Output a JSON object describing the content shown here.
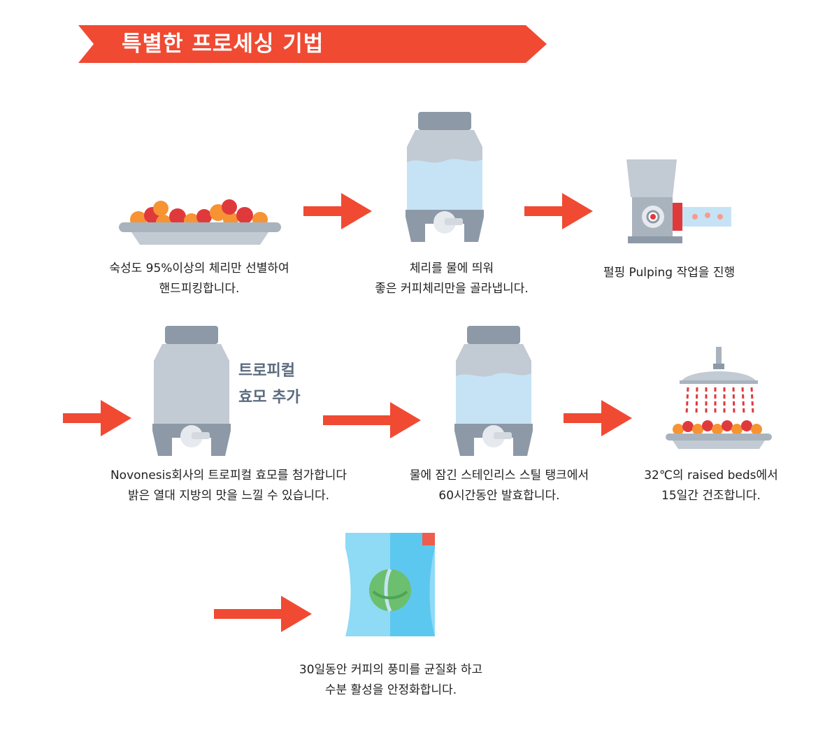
{
  "header": {
    "title": "특별한 프로세싱 기법"
  },
  "colors": {
    "accent": "#f04a33",
    "tank_gray": "#c2cad3",
    "tank_cap": "#8d99a7",
    "water": "#c6e3f5",
    "cherry_red": "#e0393c",
    "cherry_orange": "#f79332",
    "bag_blue": "#8fdaf5",
    "bag_leaf": "#6bbf6e"
  },
  "steps": [
    {
      "icon": "cherry-tray-icon",
      "lines": [
        "숙성도 95%이상의 체리만 선별하여",
        "핸드피킹합니다."
      ]
    },
    {
      "icon": "water-tank-icon",
      "lines": [
        "체리를 물에 띄워",
        "좋은 커피체리만을 골라냅니다."
      ]
    },
    {
      "icon": "pulping-machine-icon",
      "lines": [
        "펄핑 Pulping 작업을 진행"
      ]
    },
    {
      "icon": "yeast-tank-icon",
      "label_lines": [
        "트로피컬",
        "효모 추가"
      ],
      "lines": [
        "Novonesis회사의 트로피컬 효모를 첨가합니다",
        "밝은 열대 지방의 맛을 느낄 수 있습니다."
      ]
    },
    {
      "icon": "fermentation-tank-icon",
      "lines": [
        "물에 잠긴 스테인리스 스틸 탱크에서",
        "60시간동안 발효합니다."
      ]
    },
    {
      "icon": "raised-bed-drying-icon",
      "lines": [
        "32℃의 raised beds에서",
        "15일간 건조합니다."
      ]
    },
    {
      "icon": "coffee-bag-icon",
      "lines": [
        "30일동안 커피의 풍미를 균질화 하고",
        "수분 활성을 안정화합니다."
      ]
    }
  ]
}
